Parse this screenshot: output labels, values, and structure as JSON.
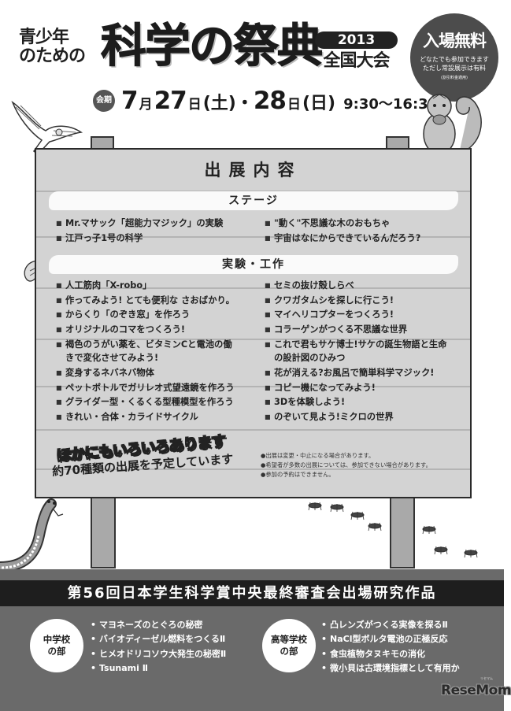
{
  "header": {
    "title_small_line1": "青少年",
    "title_small_line2": "のための",
    "title_big": "科学の祭典",
    "year": "2013",
    "national_convention": "全国大会",
    "free_badge": {
      "main": "入場無料",
      "line1": "どなたでも参加できます",
      "line2": "ただし常設展示は有料",
      "note": "(割引料金適用)"
    },
    "period": {
      "badge": "会期",
      "month": "7",
      "month_unit": "月",
      "day1": "27",
      "day_unit1": "日",
      "weekday1": "(土)",
      "separator": "・",
      "day2": "28",
      "day_unit2": "日",
      "weekday2": "(日)",
      "time": "9:30〜16:30"
    }
  },
  "board": {
    "title": "出展内容",
    "stage": {
      "heading": "ステージ",
      "items": [
        "Mr.マサック「超能力マジック」の実験",
        "\"動く\"不思議な木のおもちゃ",
        "江戸っ子1号の科学",
        "宇宙はなにからできているんだろう?"
      ]
    },
    "experiments": {
      "heading": "実験・工作",
      "items": [
        "人工筋肉「X-robo」",
        "セミの抜け殻しらべ",
        "作ってみよう! とても便利な さおばかり。",
        "クワガタムシを探しに行こう!",
        "からくり「のぞき窓」を作ろう",
        "マイヘリコプターをつくろう!",
        "オリジナルのコマをつくろう!",
        "コラーゲンがつくる不思議な世界",
        "褐色のうがい薬を、ビタミンCと電池の働きで変化させてみよう!",
        "これで君もサケ博士!サケの誕生物語と生命の設計図のひみつ",
        "変身するネバネバ物体",
        "花が消える?お風呂で簡単科学マジック!",
        "ペットボトルでガリレオ式望遠鏡を作ろう",
        "コピー機になってみよう!",
        "グライダー型・くるくる型種模型を作ろう",
        "3Dを体験しよう!",
        "きれい・合体・カライドサイクル",
        "のぞいて見よう!ミクロの世界"
      ]
    },
    "more_line1": "ほかにもいろいろあります",
    "more_line2": "約70種類の出展を予定しています",
    "notes": [
      "●出展は変更・中止になる場合があります。",
      "●希望者が多数の出展については、参加できない場合があります。",
      "●参加の予約はできません。"
    ]
  },
  "award": {
    "title": "第56回日本学生科学賞中央最終審査会出場研究作品",
    "junior_high": {
      "label_line1": "中学校",
      "label_line2": "の部",
      "works": [
        "マヨネーズのとぐろの秘密",
        "バイオディーゼル燃料をつくるⅡ",
        "ヒメオドリコソウ大発生の秘密Ⅱ",
        "Tsunami Ⅱ"
      ]
    },
    "high_school": {
      "label_line1": "高等学校",
      "label_line2": "の部",
      "works": [
        "凸レンズがつくる実像を探るⅡ",
        "NaCl型ボルタ電池の正極反応",
        "食虫植物タヌキモの消化",
        "微小貝は古環境指標として有用か"
      ]
    }
  },
  "logo": {
    "text": "ReseMom",
    "kana": "リセマム"
  },
  "colors": {
    "board": "#d3d3d3",
    "bottom_panel": "#6a6a6a",
    "award_bar": "#1e1e1e",
    "badge": "#4c4c4c"
  }
}
